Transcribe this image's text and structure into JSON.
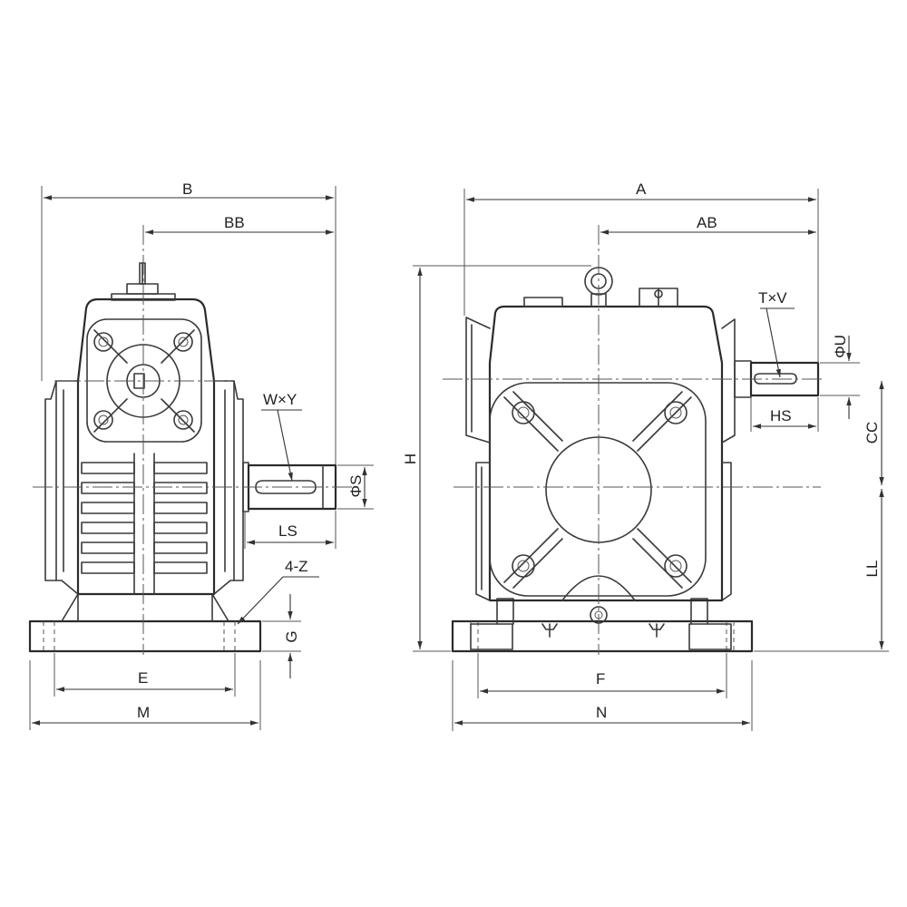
{
  "labels": {
    "B": "B",
    "BB": "BB",
    "WxY": "W×Y",
    "phiS": "ΦS",
    "LS": "LS",
    "fourZ": "4-Z",
    "G": "G",
    "E": "E",
    "M": "M",
    "A": "A",
    "AB": "AB",
    "TxV": "T×V",
    "phiU": "ΦU",
    "HS": "HS",
    "H": "H",
    "CC": "CC",
    "LL": "LL",
    "F": "F",
    "N": "N"
  }
}
